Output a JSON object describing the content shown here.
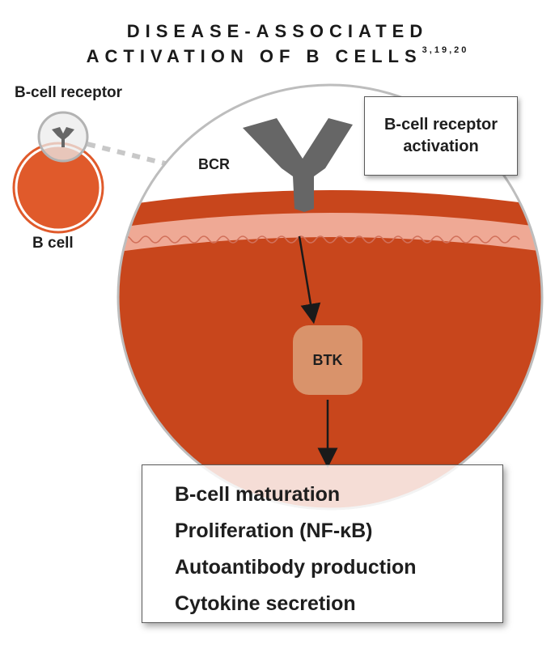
{
  "title": {
    "line1": "DISEASE-ASSOCIATED",
    "line2": "ACTIVATION OF B CELLS",
    "refs": "3,19,20"
  },
  "labels": {
    "receptor": "B-cell receptor",
    "bcell": "B cell",
    "bcr": "BCR",
    "activation_line1": "B-cell receptor",
    "activation_line2": "activation",
    "btk": "BTK"
  },
  "outcomes": [
    "B-cell maturation",
    "Proliferation (NF-κB)",
    "Autoantibody production",
    "Cytokine secretion"
  ],
  "colors": {
    "cell_orange": "#e05a2b",
    "membrane": "#c6461c",
    "membrane_band": "#efa995",
    "btk": "#d9936b",
    "receptor_gray": "#666666"
  }
}
